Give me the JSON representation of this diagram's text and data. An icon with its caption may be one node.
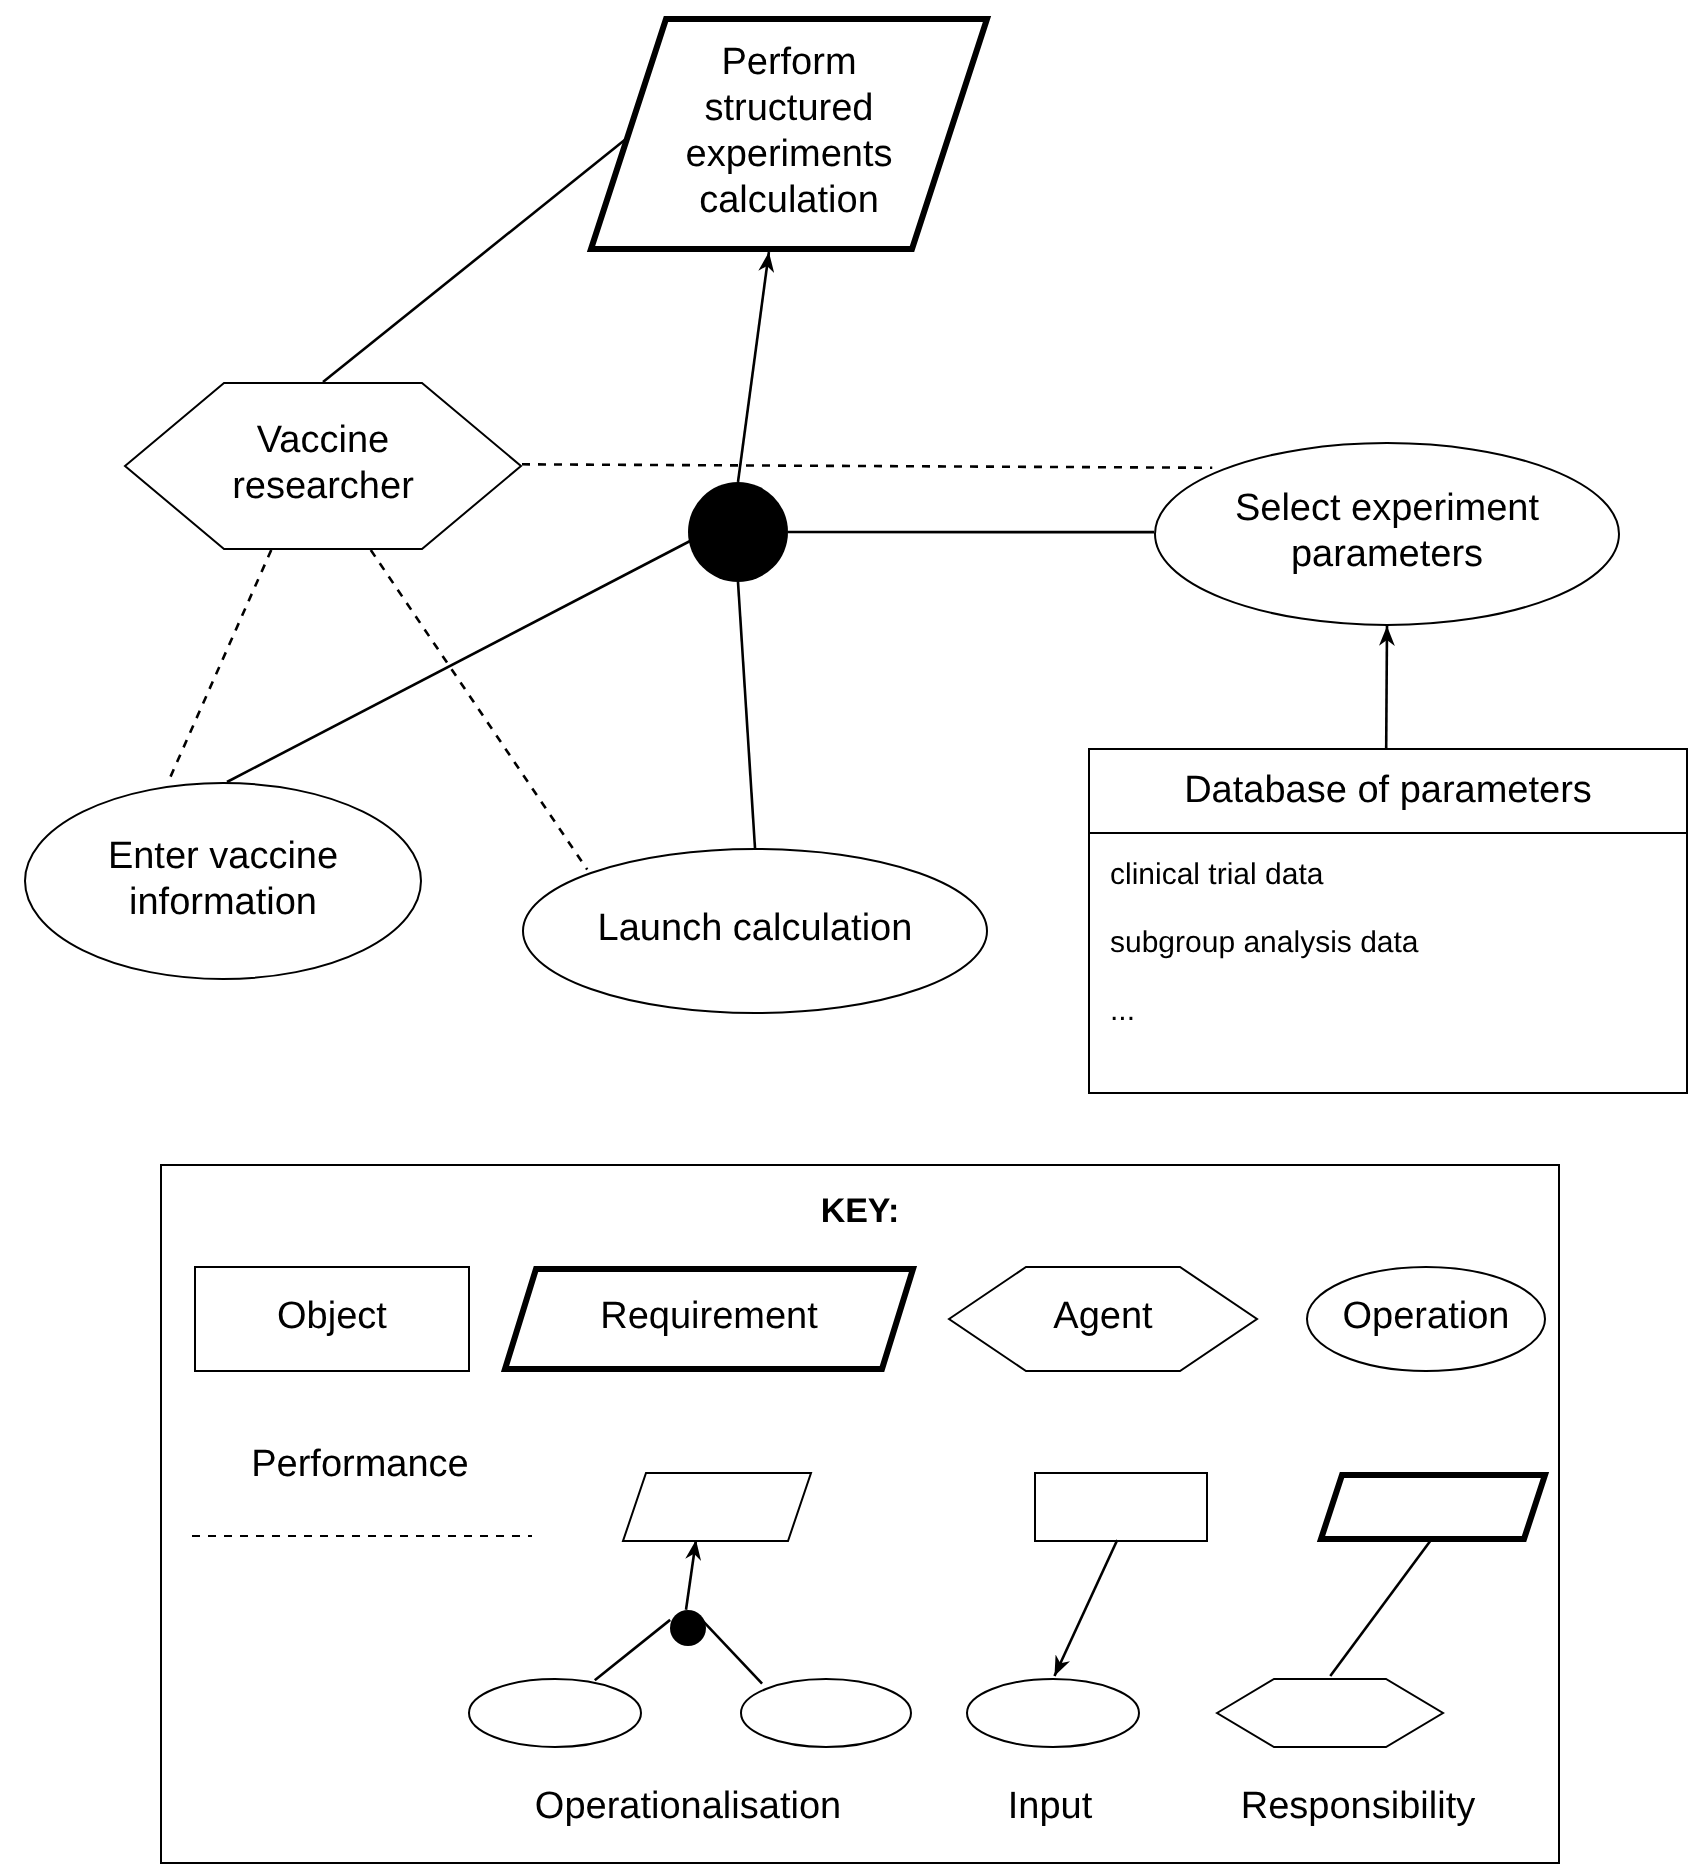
{
  "diagram": {
    "nodes": [
      {
        "text": [
          "Perform structured experiments calculation"
        ]
      },
      {
        "text": [
          "Vaccine researcher"
        ]
      },
      {
        "text": [],
        "shape": "circle"
      },
      {
        "text": [
          "Select experiment parameters"
        ]
      },
      {
        "text": [
          "Database of parameters",
          "clinical trial data",
          "subgroup analysis data",
          "..."
        ]
      },
      {
        "text": [
          "Enter vaccine information"
        ]
      },
      {
        "text": [
          "Launch calculation"
        ]
      },
      {
        "text": [
          "KEY:"
        ]
      },
      {
        "text": [
          "Object"
        ],
        "in": 7
      },
      {
        "text": [
          "Requirement"
        ],
        "in": 7
      },
      {
        "text": [
          "Agent"
        ],
        "in": 7
      },
      {
        "text": [
          "Operation"
        ],
        "in": 7
      },
      {
        "text": [],
        "shape": "parallelogram",
        "in": 7
      },
      {
        "text": [],
        "shape": "box",
        "in": 7
      },
      {
        "text": [],
        "shape": "parallelogram",
        "in": 7
      },
      {
        "text": [],
        "shape": "circle",
        "in": 7
      },
      {
        "text": [],
        "shape": "ellipse",
        "in": 7
      },
      {
        "text": [],
        "shape": "ellipse",
        "in": 7
      },
      {
        "text": [],
        "shape": "ellipse",
        "in": 7
      },
      {
        "text": [],
        "shape": "hexagon",
        "in": 7
      }
    ],
    "edges": [
      {
        "from": 1,
        "to": 0,
        "arrow": "none"
      },
      {
        "from": 2,
        "to": 0,
        "arrow": "to"
      },
      {
        "from": 1,
        "to": 3,
        "arrow": "none",
        "style": "dashed"
      },
      {
        "from": 2,
        "to": 3,
        "arrow": "none"
      },
      {
        "from": 4,
        "to": 3,
        "arrow": "to"
      },
      {
        "from": 1,
        "to": 5,
        "arrow": "none",
        "style": "dashed"
      },
      {
        "from": 1,
        "to": 6,
        "arrow": "none",
        "style": "dashed"
      },
      {
        "from": 5,
        "to": 2,
        "arrow": "none"
      },
      {
        "from": 6,
        "to": 2,
        "arrow": "none"
      },
      {
        "from": 15,
        "to": 12,
        "arrow": "to"
      },
      {
        "from": 16,
        "to": 15,
        "arrow": "none"
      },
      {
        "from": 17,
        "to": 15,
        "arrow": "none"
      },
      {
        "from": 13,
        "to": 18,
        "arrow": "to"
      },
      {
        "from": 19,
        "to": 14,
        "arrow": "none"
      }
    ],
    "labels": [
      "Performance",
      "Operationalisation",
      "Input",
      "Responsibility"
    ]
  }
}
